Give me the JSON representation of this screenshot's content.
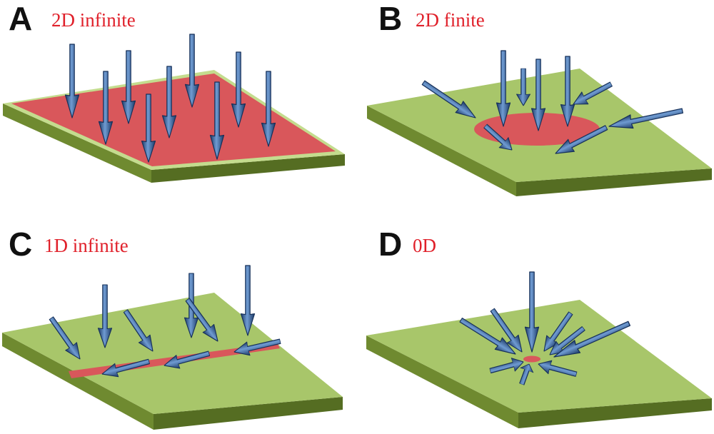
{
  "colors": {
    "plate_top": "#a8c66a",
    "plate_top_edge": "#c4dc8e",
    "plate_side": "#6f8a30",
    "plate_side_dark": "#556d22",
    "region": "#d9575b",
    "arrow_light": "#5a86c0",
    "arrow_dark": "#1d3a66",
    "title": "#e0202a",
    "letter": "#111111"
  },
  "panels": [
    {
      "id": "A",
      "letter": "A",
      "title": "2D infinite",
      "plate": "red-full",
      "region_shape": "whole-surface",
      "arrow_pattern": "vertical-field"
    },
    {
      "id": "B",
      "letter": "B",
      "title": "2D finite",
      "plate": "green",
      "region_shape": "ellipse",
      "arrow_pattern": "converging-to-disc"
    },
    {
      "id": "C",
      "letter": "C",
      "title": "1D infinite",
      "plate": "green",
      "region_shape": "line",
      "arrow_pattern": "converging-to-line"
    },
    {
      "id": "D",
      "letter": "D",
      "title": "0D",
      "plate": "green",
      "region_shape": "point",
      "arrow_pattern": "converging-to-point"
    }
  ],
  "icons": [
    "flux-arrow-icon"
  ]
}
